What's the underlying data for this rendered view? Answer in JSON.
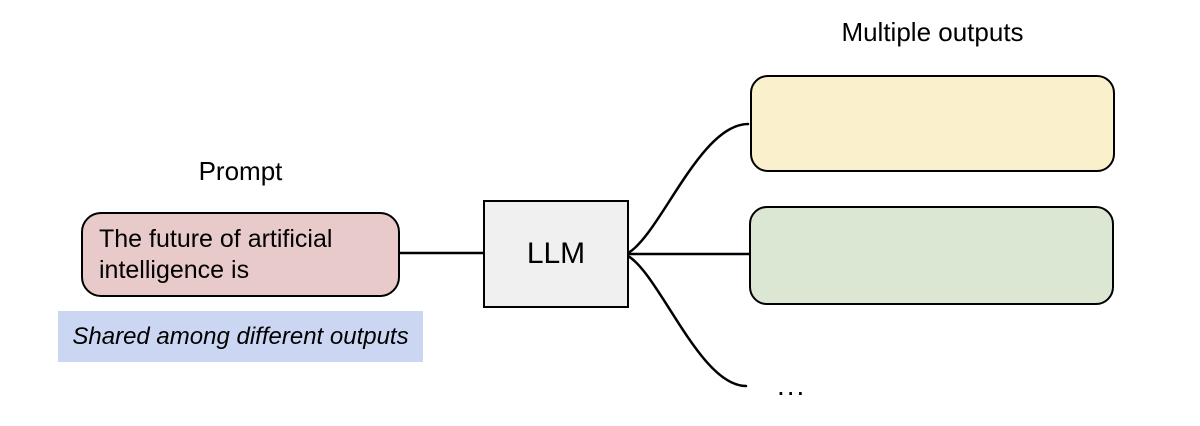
{
  "diagram": {
    "title_labels": {
      "prompt": "Prompt",
      "multiple_outputs": "Multiple outputs"
    },
    "prompt_box": {
      "text": "The future of artificial intelligence is"
    },
    "note": {
      "text": "Shared among different outputs"
    },
    "llm_box": {
      "label": "LLM"
    },
    "outputs": {
      "box1_text": "",
      "box2_text": "",
      "more_indicator": "..."
    },
    "colors": {
      "prompt_fill": "#e8caca",
      "note_fill": "#cbd7f2",
      "llm_fill": "#f0f0f0",
      "output1_fill": "#faf0cc",
      "output2_fill": "#dbe7d3",
      "stroke": "#000000",
      "background": "#ffffff",
      "text": "#000000"
    }
  }
}
